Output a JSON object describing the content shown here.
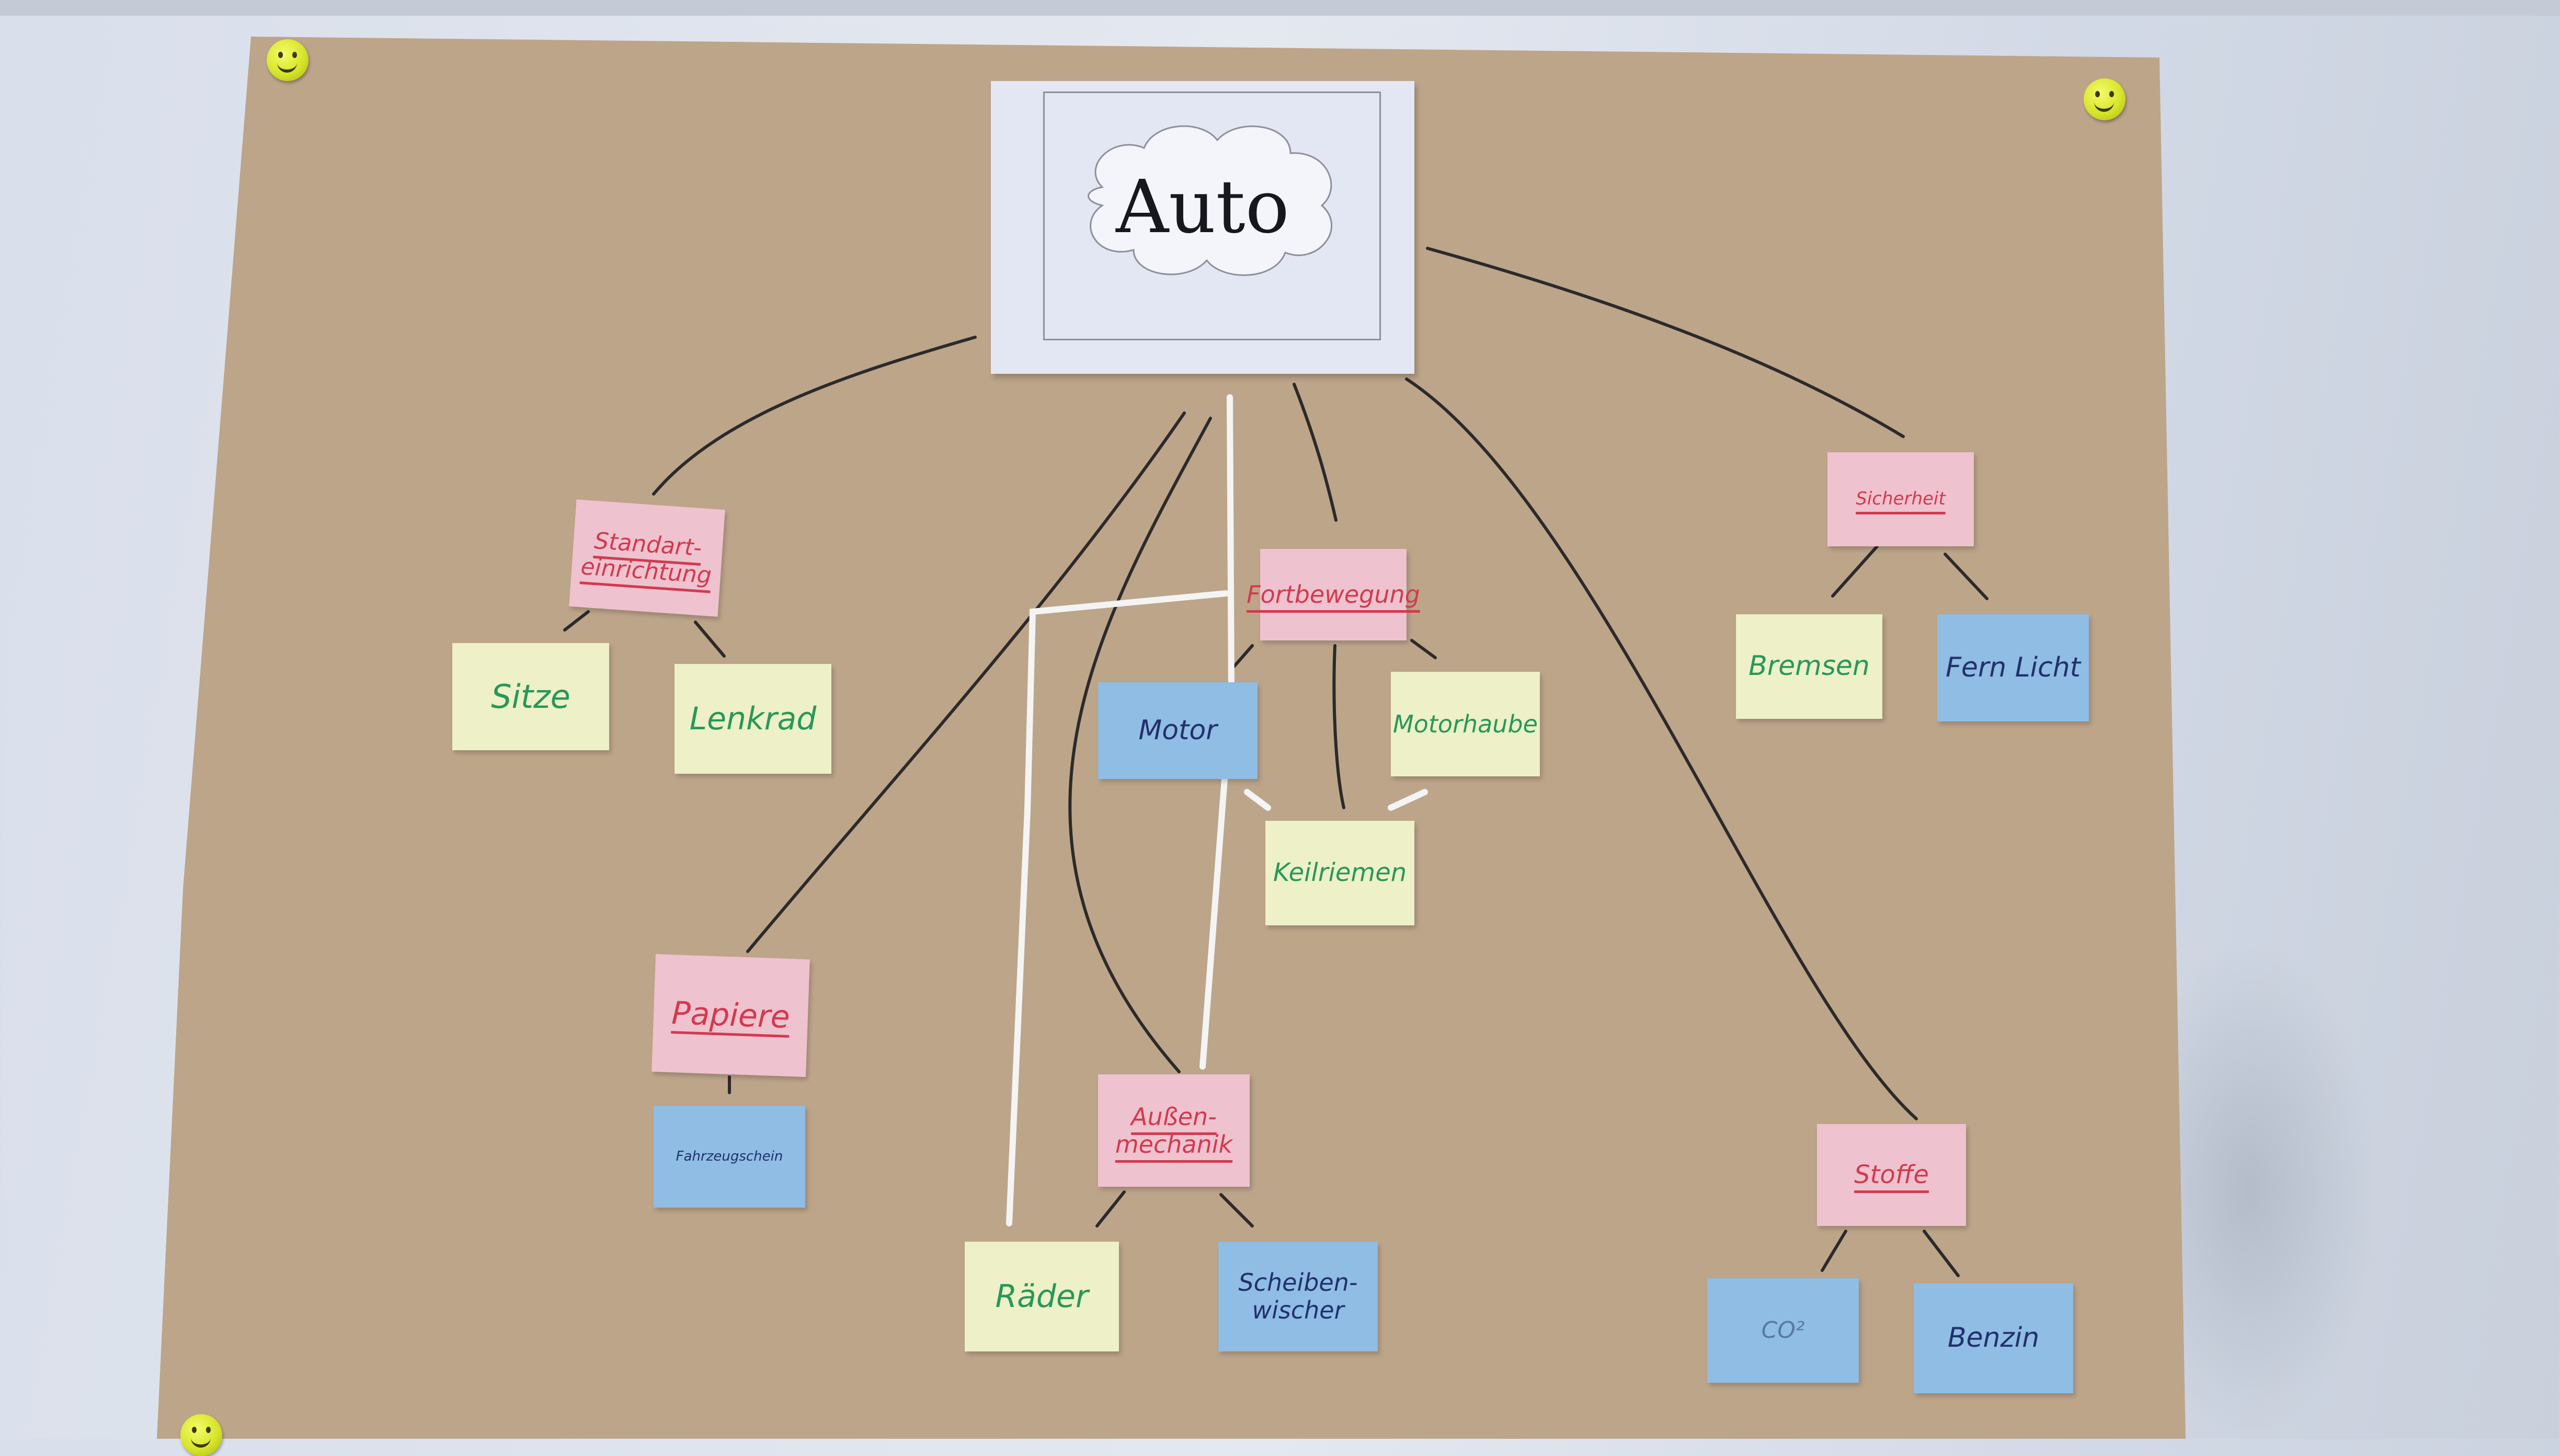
{
  "diagram": {
    "root": "Auto",
    "nodes": [
      {
        "id": "standardeinrichtung",
        "label": "Standart-\neinrichtung",
        "color": "pink"
      },
      {
        "id": "sitze",
        "label": "Sitze",
        "color": "yellow"
      },
      {
        "id": "lenkrad",
        "label": "Lenkrad",
        "color": "yellow"
      },
      {
        "id": "fortbewegung",
        "label": "Fortbewegung",
        "color": "pink"
      },
      {
        "id": "motor",
        "label": "Motor",
        "color": "blue"
      },
      {
        "id": "motorhaube",
        "label": "Motorhaube",
        "color": "yellow"
      },
      {
        "id": "keilriemen",
        "label": "Keilriemen",
        "color": "yellow"
      },
      {
        "id": "sicherheit",
        "label": "Sicherheit",
        "color": "pink"
      },
      {
        "id": "bremsen",
        "label": "Bremsen",
        "color": "yellow"
      },
      {
        "id": "fernlicht",
        "label": "Fern Licht",
        "color": "blue"
      },
      {
        "id": "papiere",
        "label": "Papiere",
        "color": "pink"
      },
      {
        "id": "fahrzeugschein",
        "label": "Fahrzeugschein",
        "color": "blue"
      },
      {
        "id": "aussenmechanik",
        "label": "Außen-\nmechanik",
        "color": "pink"
      },
      {
        "id": "raeder",
        "label": "Räder",
        "color": "yellow"
      },
      {
        "id": "scheibenwischer",
        "label": "Scheiben-\nwischer",
        "color": "blue"
      },
      {
        "id": "stoffe",
        "label": "Stoffe",
        "color": "pink"
      },
      {
        "id": "co2",
        "label": "CO²",
        "color": "blue"
      },
      {
        "id": "benzin",
        "label": "Benzin",
        "color": "blue"
      }
    ],
    "edges": [
      [
        "Auto",
        "standardeinrichtung"
      ],
      [
        "Auto",
        "fortbewegung"
      ],
      [
        "Auto",
        "sicherheit"
      ],
      [
        "Auto",
        "papiere"
      ],
      [
        "Auto",
        "aussenmechanik"
      ],
      [
        "Auto",
        "stoffe"
      ],
      [
        "standardeinrichtung",
        "sitze"
      ],
      [
        "standardeinrichtung",
        "lenkrad"
      ],
      [
        "fortbewegung",
        "motor"
      ],
      [
        "fortbewegung",
        "motorhaube"
      ],
      [
        "fortbewegung",
        "keilriemen"
      ],
      [
        "sicherheit",
        "bremsen"
      ],
      [
        "sicherheit",
        "fernlicht"
      ],
      [
        "papiere",
        "fahrzeugschein"
      ],
      [
        "aussenmechanik",
        "raeder"
      ],
      [
        "aussenmechanik",
        "scheibenwischer"
      ],
      [
        "stoffe",
        "co2"
      ],
      [
        "stoffe",
        "benzin"
      ]
    ],
    "colors": {
      "paper": "#bda58a",
      "pink": "#efc2cf",
      "yellow": "#eef0c7",
      "blue": "#8fbde3",
      "pink_text": "#d23a4e",
      "yellow_text": "#27985a",
      "blue_text": "#22306d",
      "line": "#2c2a2a",
      "chalk": "#f4f4f4"
    }
  }
}
